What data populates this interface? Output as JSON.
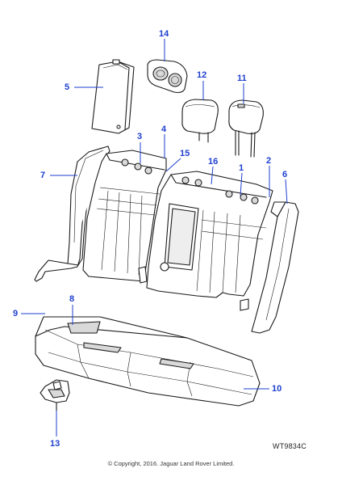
{
  "diagram": {
    "reference_code": "WT9834C",
    "copyright": "© Copyright, 2016. Jaguar Land Rover Limited.",
    "callouts": {
      "c1": "1",
      "c2": "2",
      "c3": "3",
      "c4": "4",
      "c5": "5",
      "c6": "6",
      "c7": "7",
      "c8": "8",
      "c9": "9",
      "c10": "10",
      "c11": "11",
      "c12": "12",
      "c13": "13",
      "c14": "14",
      "c15": "15",
      "c16": "16"
    },
    "colors": {
      "callout": "#1e3fcf",
      "linework": "#1a1a1a"
    }
  }
}
